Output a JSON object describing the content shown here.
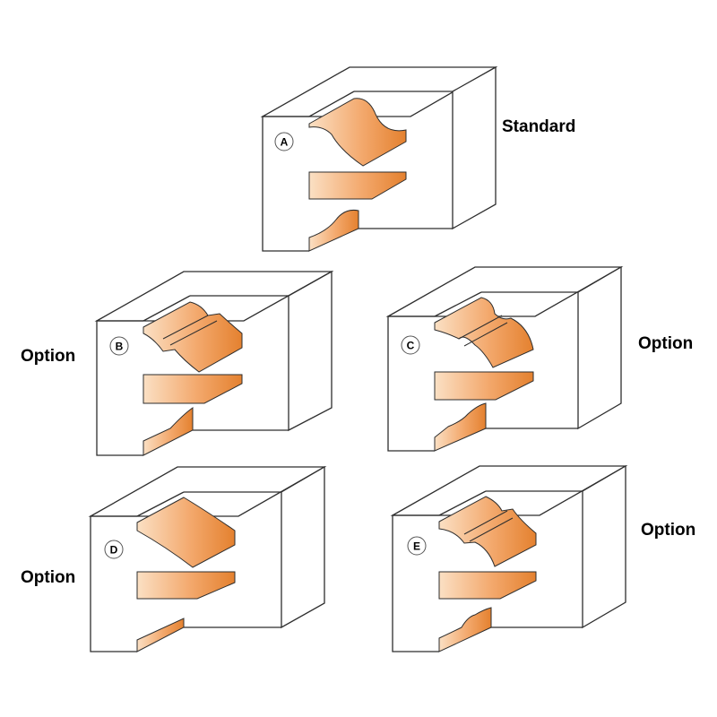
{
  "colors": {
    "orange_light": "#f9d6b3",
    "orange_mid": "#f2a064",
    "orange_dark": "#e27b2a",
    "block_outline": "#2e2e2e",
    "block_fill": "#ffffff",
    "text": "#000000"
  },
  "blocks": [
    {
      "id": "A",
      "badge": "A",
      "caption": "Standard",
      "profile": "s-curve"
    },
    {
      "id": "B",
      "badge": "B",
      "caption": "Option",
      "profile": "ogee-bead"
    },
    {
      "id": "C",
      "badge": "C",
      "caption": "Option",
      "profile": "cove-bead"
    },
    {
      "id": "D",
      "badge": "D",
      "caption": "Option",
      "profile": "bevel"
    },
    {
      "id": "E",
      "badge": "E",
      "caption": "Option",
      "profile": "classical"
    }
  ]
}
